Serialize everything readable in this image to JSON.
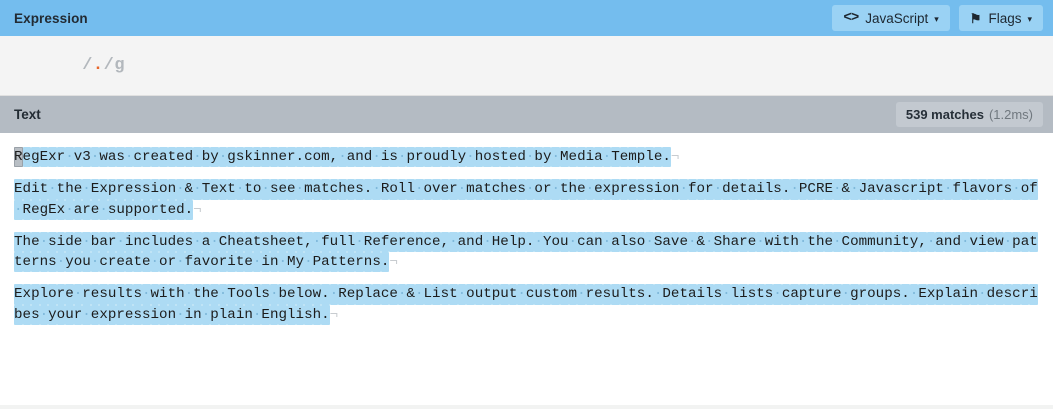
{
  "expression_panel": {
    "title": "Expression",
    "buttons": [
      {
        "name": "flavor",
        "icon": "code-angle-brackets-icon",
        "glyph": "<>",
        "label": "JavaScript",
        "caret": "▾"
      },
      {
        "name": "flags",
        "icon": "flag-icon",
        "glyph": "⚑",
        "label": "Flags",
        "caret": "▾"
      }
    ],
    "pattern": {
      "open_delimiter": "/",
      "body": ".",
      "close_delimiter": "/",
      "flags": "g",
      "body_color": "#e8662a",
      "delimiter_color": "#b3b8bd"
    }
  },
  "text_panel": {
    "title": "Text",
    "match_count_label": "539 matches",
    "match_time_label": "(1.2ms)",
    "newline_glyph": "¬",
    "highlight_color": "#addbf4",
    "cursor_color": "#b8bec4",
    "paragraphs": [
      {
        "id": "para-1",
        "text": "RegExr v3 was created by gskinner.com, and is proudly hosted by Media Temple.",
        "cursor_at": 0
      },
      {
        "id": "para-2",
        "text": "Edit the Expression & Text to see matches. Roll over matches or the expression for details. PCRE & Javascript flavors of RegEx are supported.",
        "cursor_at": -1
      },
      {
        "id": "para-3",
        "text": "The side bar includes a Cheatsheet, full Reference, and Help. You can also Save & Share with the Community, and view patterns you create or favorite in My Patterns.",
        "cursor_at": -1
      },
      {
        "id": "para-4",
        "text": "Explore results with the Tools below. Replace & List output custom results. Details lists capture groups. Explain describes your expression in plain English.",
        "cursor_at": -1
      }
    ]
  },
  "colors": {
    "header_blue": "#74bdee",
    "button_blue": "#9ad2f4",
    "text_header_gray": "#b4bbc3",
    "pill_gray": "#c3c9d0",
    "expression_bg": "#f4f4f4",
    "page_bg": "#f2f3f2",
    "accent_orange": "#e8662a"
  }
}
